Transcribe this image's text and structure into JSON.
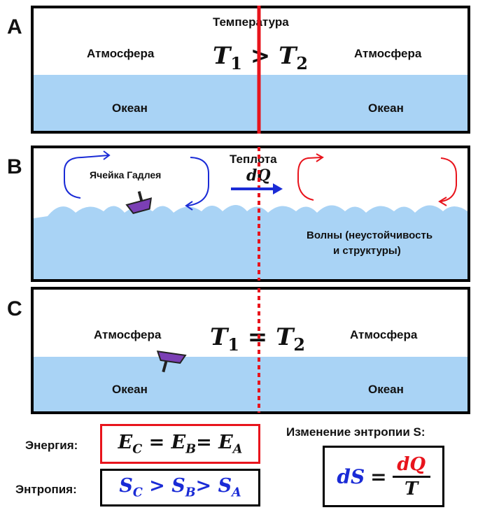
{
  "panels": {
    "a": {
      "letter": "A",
      "title": "Температура",
      "atmo_left": "Атмосфера",
      "atmo_right": "Атмосфера",
      "ocean_left": "Океан",
      "ocean_right": "Океан",
      "eq_t1": "T",
      "eq_sub1": "1",
      "eq_op": ">",
      "eq_t2": "T",
      "eq_sub2": "2"
    },
    "b": {
      "letter": "B",
      "heat_label": "Теплота",
      "dq": "dQ",
      "cell_label": "Ячейка Гадлея",
      "waves_line1": "Волны (неустойчивость",
      "waves_line2": "и структуры)"
    },
    "c": {
      "letter": "C",
      "atmo_left": "Атмосфера",
      "atmo_right": "Атмосфера",
      "ocean_left": "Океан",
      "ocean_right": "Океан",
      "eq_t1": "T",
      "eq_sub1": "1",
      "eq_op": "=",
      "eq_t2": "T",
      "eq_sub2": "2"
    }
  },
  "bottom": {
    "energy_label": "Энергия:",
    "energy_e": "E",
    "sub_c": "C",
    "sub_b": "B",
    "sub_a": "A",
    "eq_sign": "=",
    "entropy_label": "Энтропия:",
    "entropy_s": "S",
    "gt_sign": ">",
    "change_title": "Изменение энтропии S:",
    "ds": "dS",
    "dq": "dQ",
    "t": "T"
  },
  "colors": {
    "ocean": "#a9d3f5",
    "red": "#e8141c",
    "blue": "#1a2bd6",
    "purple": "#7b3fb5"
  }
}
